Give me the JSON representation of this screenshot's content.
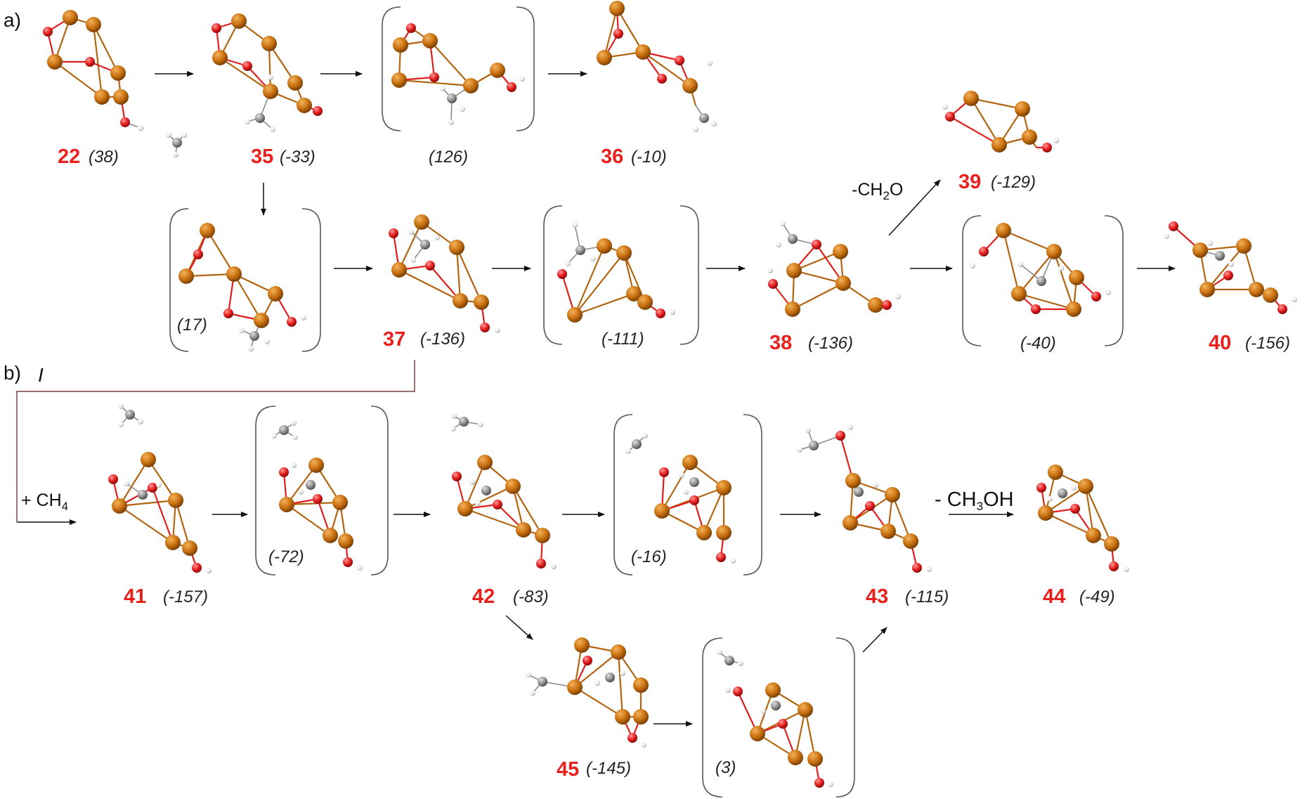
{
  "panels": {
    "a": "a)",
    "b": "b)",
    "b_roman": "I"
  },
  "colors": {
    "cu": "#c8700f",
    "o": "#e51c1c",
    "c": "#8f8f8f",
    "h": "#e8e8e8",
    "label": "#e8211e"
  },
  "reagents": {
    "minus_ch2o": {
      "pre": "-CH",
      "sub": "2",
      "post": "O"
    },
    "plus_ch4": {
      "pre": "+ CH",
      "sub": "4",
      "post": ""
    },
    "minus_ch3oh": {
      "pre": "- CH",
      "sub": "3",
      "post": "OH"
    }
  },
  "species": [
    {
      "id": "s22",
      "number": "22",
      "energy": "(38)"
    },
    {
      "id": "s35",
      "number": "35",
      "energy": "(-33)"
    },
    {
      "id": "ts1",
      "number": "",
      "energy": "(126)"
    },
    {
      "id": "s36",
      "number": "36",
      "energy": "(-10)"
    },
    {
      "id": "ts2",
      "number": "",
      "energy": "(17)"
    },
    {
      "id": "s37",
      "number": "37",
      "energy": "(-136)"
    },
    {
      "id": "ts3",
      "number": "",
      "energy": "(-111)"
    },
    {
      "id": "s38",
      "number": "38",
      "energy": "(-136)"
    },
    {
      "id": "s39",
      "number": "39",
      "energy": "(-129)"
    },
    {
      "id": "ts4",
      "number": "",
      "energy": "(-40)"
    },
    {
      "id": "s40",
      "number": "40",
      "energy": "(-156)"
    },
    {
      "id": "s41",
      "number": "41",
      "energy": "(-157)"
    },
    {
      "id": "ts5",
      "number": "",
      "energy": "(-72)"
    },
    {
      "id": "s42",
      "number": "42",
      "energy": "(-83)"
    },
    {
      "id": "ts6",
      "number": "",
      "energy": "(-16)"
    },
    {
      "id": "s43",
      "number": "43",
      "energy": "(-115)"
    },
    {
      "id": "s44",
      "number": "44",
      "energy": "(-49)"
    },
    {
      "id": "s45",
      "number": "45",
      "energy": "(-145)"
    },
    {
      "id": "ts7",
      "number": "",
      "energy": "(3)"
    }
  ]
}
